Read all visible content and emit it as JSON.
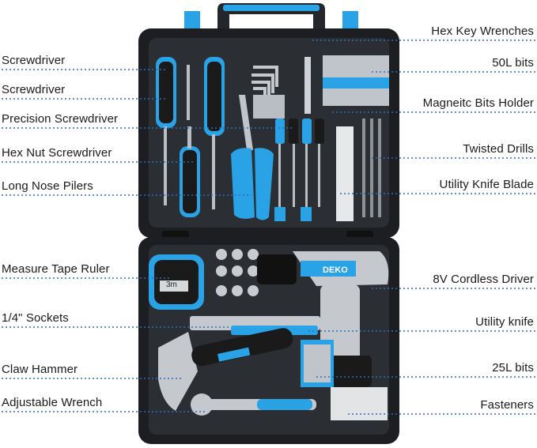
{
  "labels": {
    "left": [
      "Screwdriver",
      "Screwdriver",
      "Precision Screwdriver",
      "Hex Nut Screwdriver",
      "Long Nose Pilers",
      "Measure Tape Ruler",
      "1/4\" Sockets",
      "Claw Hammer",
      "Adjustable Wrench"
    ],
    "right": [
      "Hex Key Wrenches",
      "50L bits",
      "Magneitc Bits Holder",
      "Twisted Drills",
      "Utility Knife Blade",
      "8V Cordless Driver",
      "Utility knife",
      "25L bits",
      "Fasteners"
    ]
  },
  "product": {
    "brand_logo": "DEKO",
    "tape_marking": "3m"
  },
  "colors": {
    "case": "#1c1e21",
    "case_inner": "#2a2d31",
    "accent_blue": "#2aa3e6",
    "leader_line": "#2b6fb5",
    "metal": "#b9bec4"
  }
}
